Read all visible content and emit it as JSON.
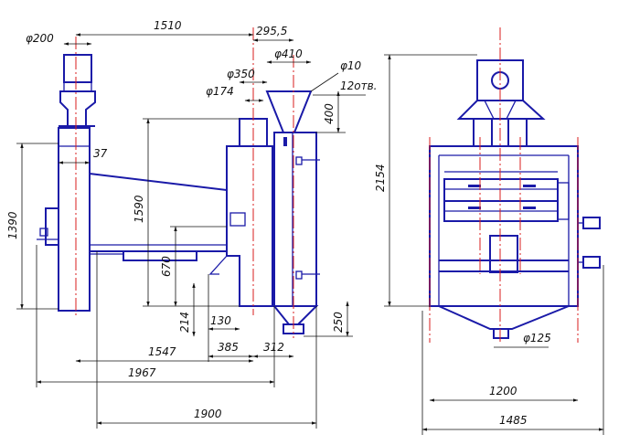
{
  "colors": {
    "outline": "#1a1aa8",
    "centerline": "#d81e1e",
    "dimension": "#111111",
    "background": "#ffffff"
  },
  "dimensions": {
    "d200": "φ200",
    "d1510": "1510",
    "d295": "295,5",
    "d410": "φ410",
    "d10": "φ10",
    "holes": "12отв.",
    "d350": "φ350",
    "d174": "φ174",
    "d400": "400",
    "d37": "37",
    "d1390": "1390",
    "d1590": "1590",
    "d670": "670",
    "d214": "214",
    "d130": "130",
    "d385": "385",
    "d312": "312",
    "d250": "250",
    "d1547": "1547",
    "d1967": "1967",
    "d1900": "1900",
    "d2154": "2154",
    "d125": "φ125",
    "d1200": "1200",
    "d1485": "1485"
  }
}
